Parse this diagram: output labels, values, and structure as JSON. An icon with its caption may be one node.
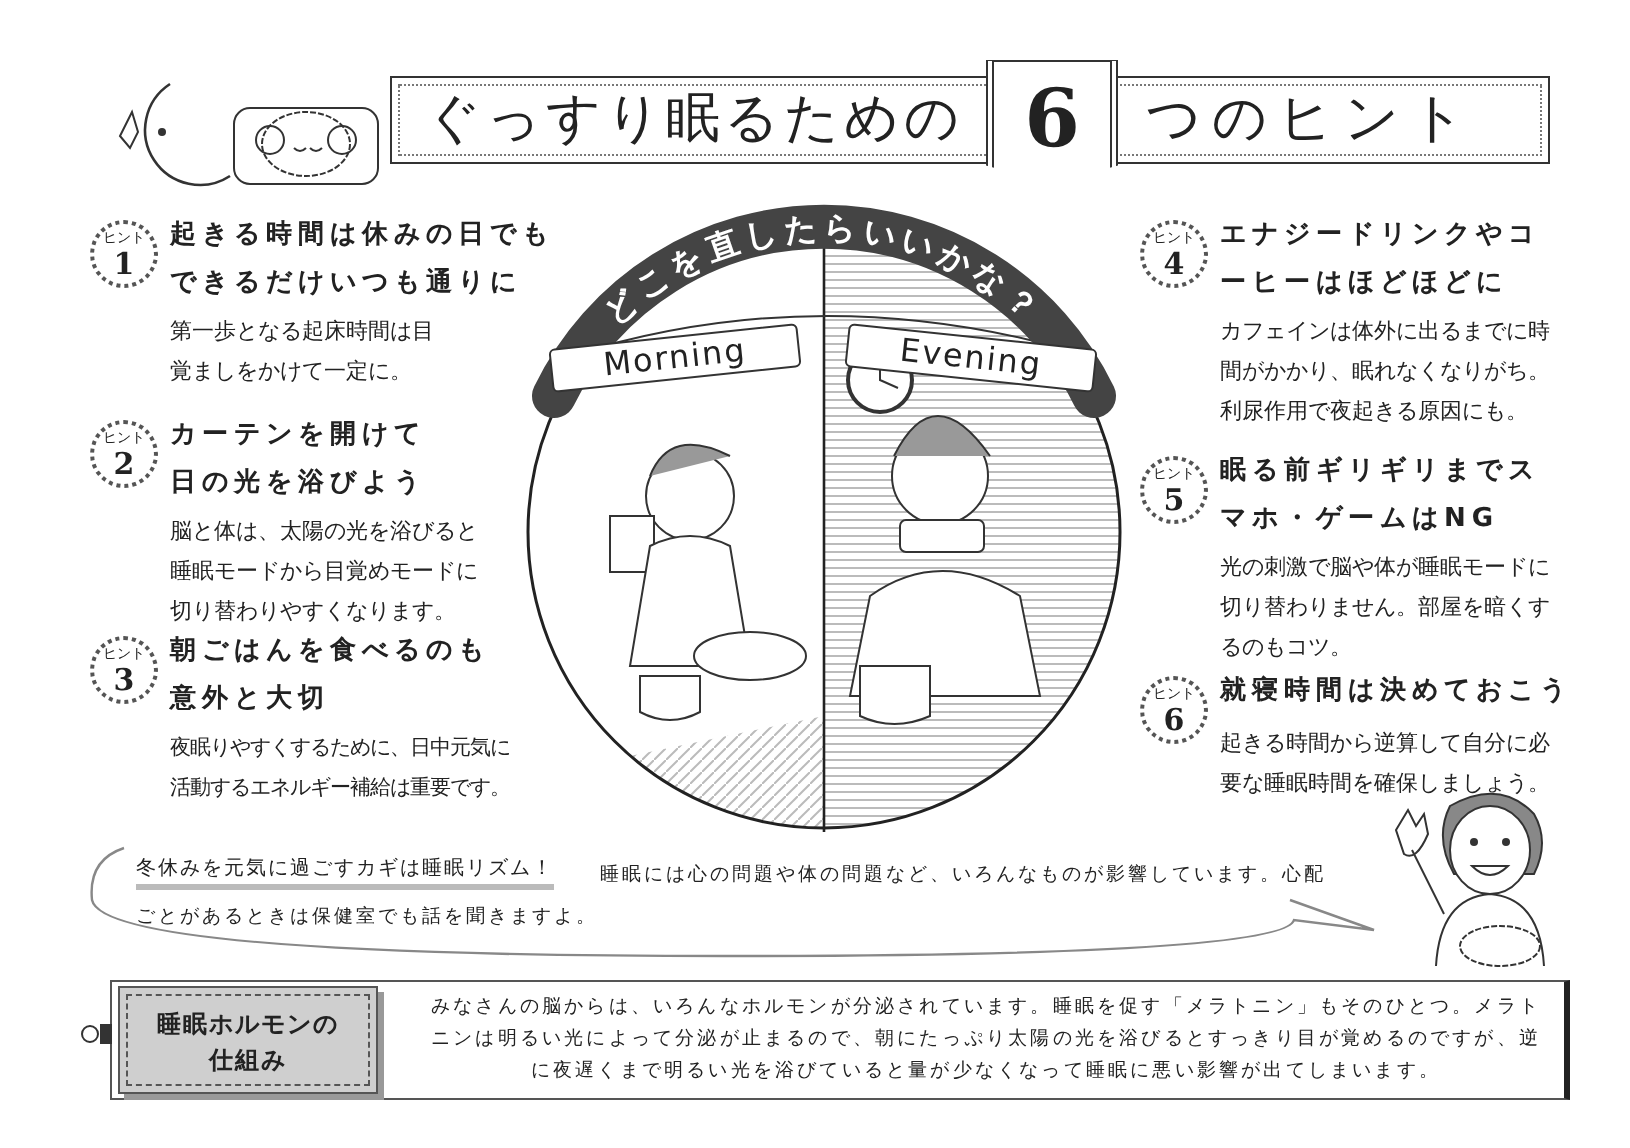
{
  "diagram": {
    "nodes": [
      {
        "text": [
          "ぐっすり眠るための",
          "6",
          "つのヒント"
        ]
      },
      {
        "text": [
          "ヒント",
          "1"
        ],
        "beside": [
          "起きる時間は休みの日でもできるだけいつも通りに",
          "第一歩となる起床時間は目覚ましをかけて一定に。"
        ]
      },
      {
        "text": [
          "ヒント",
          "2"
        ],
        "beside": [
          "カーテンを開けて日の光を浴びよう",
          "脳と体は、太陽の光を浴びると睡眠モードから目覚めモードに切り替わりやすくなります。"
        ]
      },
      {
        "text": [
          "ヒント",
          "3"
        ],
        "beside": [
          "朝ごはんを食べるのも意外と大切",
          "夜眠りやすくするために、日中元気に活動するエネルギー補給は重要です。"
        ]
      },
      {
        "text": [
          "どこを直したらいいかな？"
        ]
      },
      {
        "text": [
          "ヒント",
          "4"
        ],
        "beside": [
          "エナジードリンクやコーヒーはほどほどに",
          "カフェインは体外に出るまでに時間がかかり、眠れなくなりがち。利尿作用で夜起きる原因にも。"
        ]
      },
      {
        "text": [
          "ヒント",
          "5"
        ],
        "beside": [
          "眠る前ギリギリまでスマホ・ゲームはNG",
          "光の刺激で脳や体が睡眠モードに切り替わりません。部屋を暗くするのもコツ。"
        ]
      },
      {
        "text": [
          "ヒント",
          "6"
        ],
        "beside": [
          "就寝時間は決めておこう",
          "起きる時間から逆算して自分に必要な睡眠時間を確保しましょう。"
        ]
      },
      {
        "text": [
          "冬休みを元気に過ごすカギは睡眠リズム！",
          "睡眠には心の問題や体の問題など、いろんなものが影響しています。心配ごとがあるときは保健室でも話を聞きますよ。"
        ]
      },
      {
        "text": [
          "みなさんの脳からは、いろんなホルモンが分泌されています。睡眠を促す「メラトニン」もそのひとつ。メラトニンは明るい光によって分泌が止まるので、朝にたっぷり太陽の光を浴びるとすっきり目が覚めるのですが、逆に夜遅くまで明るい光を浴びていると量が少なくなって睡眠に悪い影響が出てしまいます。"
        ]
      },
      {
        "text": [
          "睡眠ホルモンの仕組み"
        ],
        "in": 9
      }
    ],
    "labels": [
      "Morning",
      "Evening"
    ]
  }
}
